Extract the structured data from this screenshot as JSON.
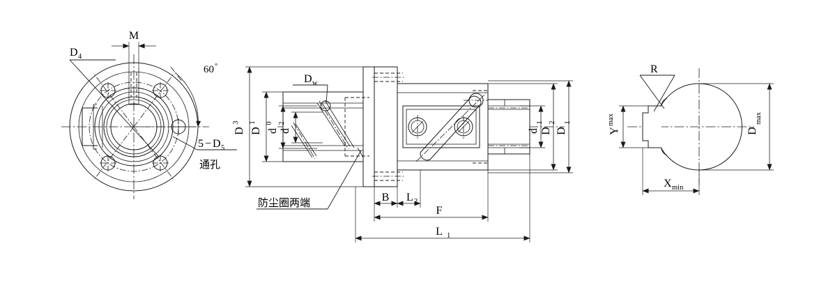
{
  "drawing": {
    "title": "Ball Screw Nut Assembly Drawing",
    "type": "engineering-drawing",
    "line_color": "#1a1a1a",
    "background": "#ffffff",
    "views": [
      {
        "name": "front-view",
        "description": "flange end view with bolt circle"
      },
      {
        "name": "section-view",
        "description": "longitudinal section of nut and flange"
      },
      {
        "name": "side-view",
        "description": "nut envelope outline with wiper"
      }
    ]
  },
  "front_view": {
    "labels": {
      "m": "M",
      "d4": "D",
      "d4_sub": "4",
      "angle": "60",
      "angle_unit": "°",
      "holes_count": "5",
      "holes_dash": "−",
      "holes_d": "D",
      "holes_sub": "5",
      "through_hole": "通孔"
    }
  },
  "section_view": {
    "labels": {
      "d3": "D",
      "d3_sub": "3",
      "d1_left": "D",
      "d1_left_sub": "1",
      "d0": "d",
      "d0_sub": "0",
      "d2": "d",
      "d2_sub": "2",
      "dw": "D",
      "dw_sub": "w",
      "d1_right": "d",
      "d1_right_sub": "1",
      "d2_right": "D",
      "d2_right_sub": "2",
      "d1_outer": "D",
      "d1_outer_sub": "1",
      "b": "B",
      "l2": "L",
      "l2_sub": "2",
      "f": "F",
      "l1": "L",
      "l1_sub": "1",
      "dust_seal": "防尘圈两端"
    }
  },
  "side_view": {
    "labels": {
      "r": "R",
      "y_max": "Y",
      "y_max_sub": "max",
      "x_min": "X",
      "x_min_sub": "min",
      "d_max": "D",
      "d_max_sub": "max"
    }
  }
}
